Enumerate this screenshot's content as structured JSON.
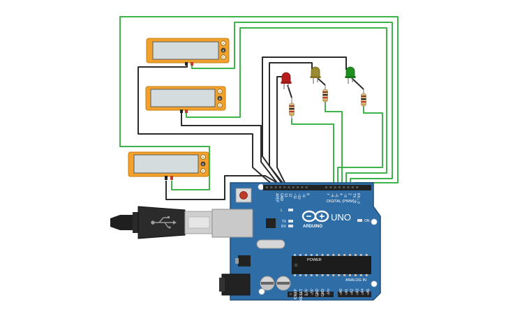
{
  "board": {
    "model": "UNO",
    "brand": "ARDUINO",
    "digital_label": "DIGITAL (PWM~)",
    "power_label": "POWER",
    "analog_label": "ANALOG IN",
    "on_label": "ON",
    "led_labels": [
      "L",
      "TX",
      "RX"
    ],
    "top_pins": [
      "AREF",
      "GND",
      "13",
      "12",
      "~11",
      "~10",
      "~9",
      "8",
      "7",
      "~6",
      "~5",
      "4",
      "~3",
      "2",
      "TX→1",
      "RX←0"
    ],
    "power_pins": [
      "IOREF",
      "RESET",
      "3.3V",
      "5V",
      "GND",
      "GND",
      "Vin"
    ],
    "analog_pins": [
      "A0",
      "A1",
      "A2",
      "A3",
      "A4",
      "A5"
    ],
    "colors": {
      "board": "#2f6da6",
      "board_edge": "#1f4f7d",
      "header": "#222222"
    }
  },
  "displays": [
    {
      "segments": [
        "A",
        "B",
        "C"
      ]
    },
    {
      "segments": [
        "A",
        "B",
        "C"
      ]
    },
    {
      "segments": [
        "A",
        "B",
        "C"
      ]
    }
  ],
  "leds": [
    {
      "color": "red",
      "hex": "#b81d1d"
    },
    {
      "color": "yellow",
      "hex": "#9c8a2e"
    },
    {
      "color": "green",
      "hex": "#1f8f1f"
    }
  ],
  "wire_colors": {
    "signal": "#3db34a",
    "ground": "#2b2b2b"
  }
}
